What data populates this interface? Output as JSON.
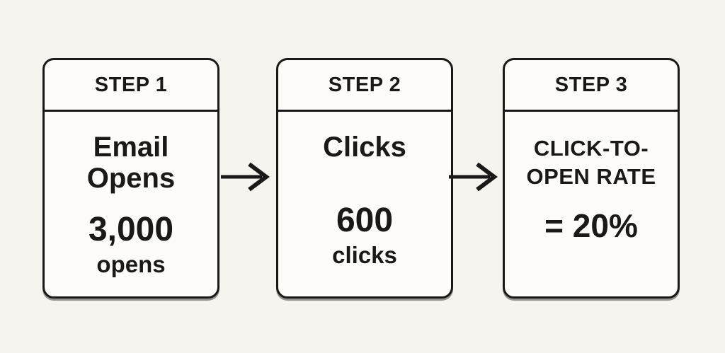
{
  "colors": {
    "background": "#f7f4ef",
    "box_fill": "#fdfcf8",
    "stroke": "#1b1917",
    "text": "#1b1917"
  },
  "steps": [
    {
      "header": "STEP 1",
      "title_line1": "Email",
      "title_line2": "Opens",
      "value": "3,000",
      "value_label": "opens"
    },
    {
      "header": "STEP 2",
      "title_line1": "Clicks",
      "value": "600",
      "value_label": "clicks"
    },
    {
      "header": "STEP 3",
      "title_line1": "CLICK-TO-",
      "title_line2": "OPEN RATE",
      "value": "= 20%"
    }
  ],
  "connectors": [
    {
      "icon": "arrow-right"
    },
    {
      "icon": "arrow-right"
    }
  ]
}
